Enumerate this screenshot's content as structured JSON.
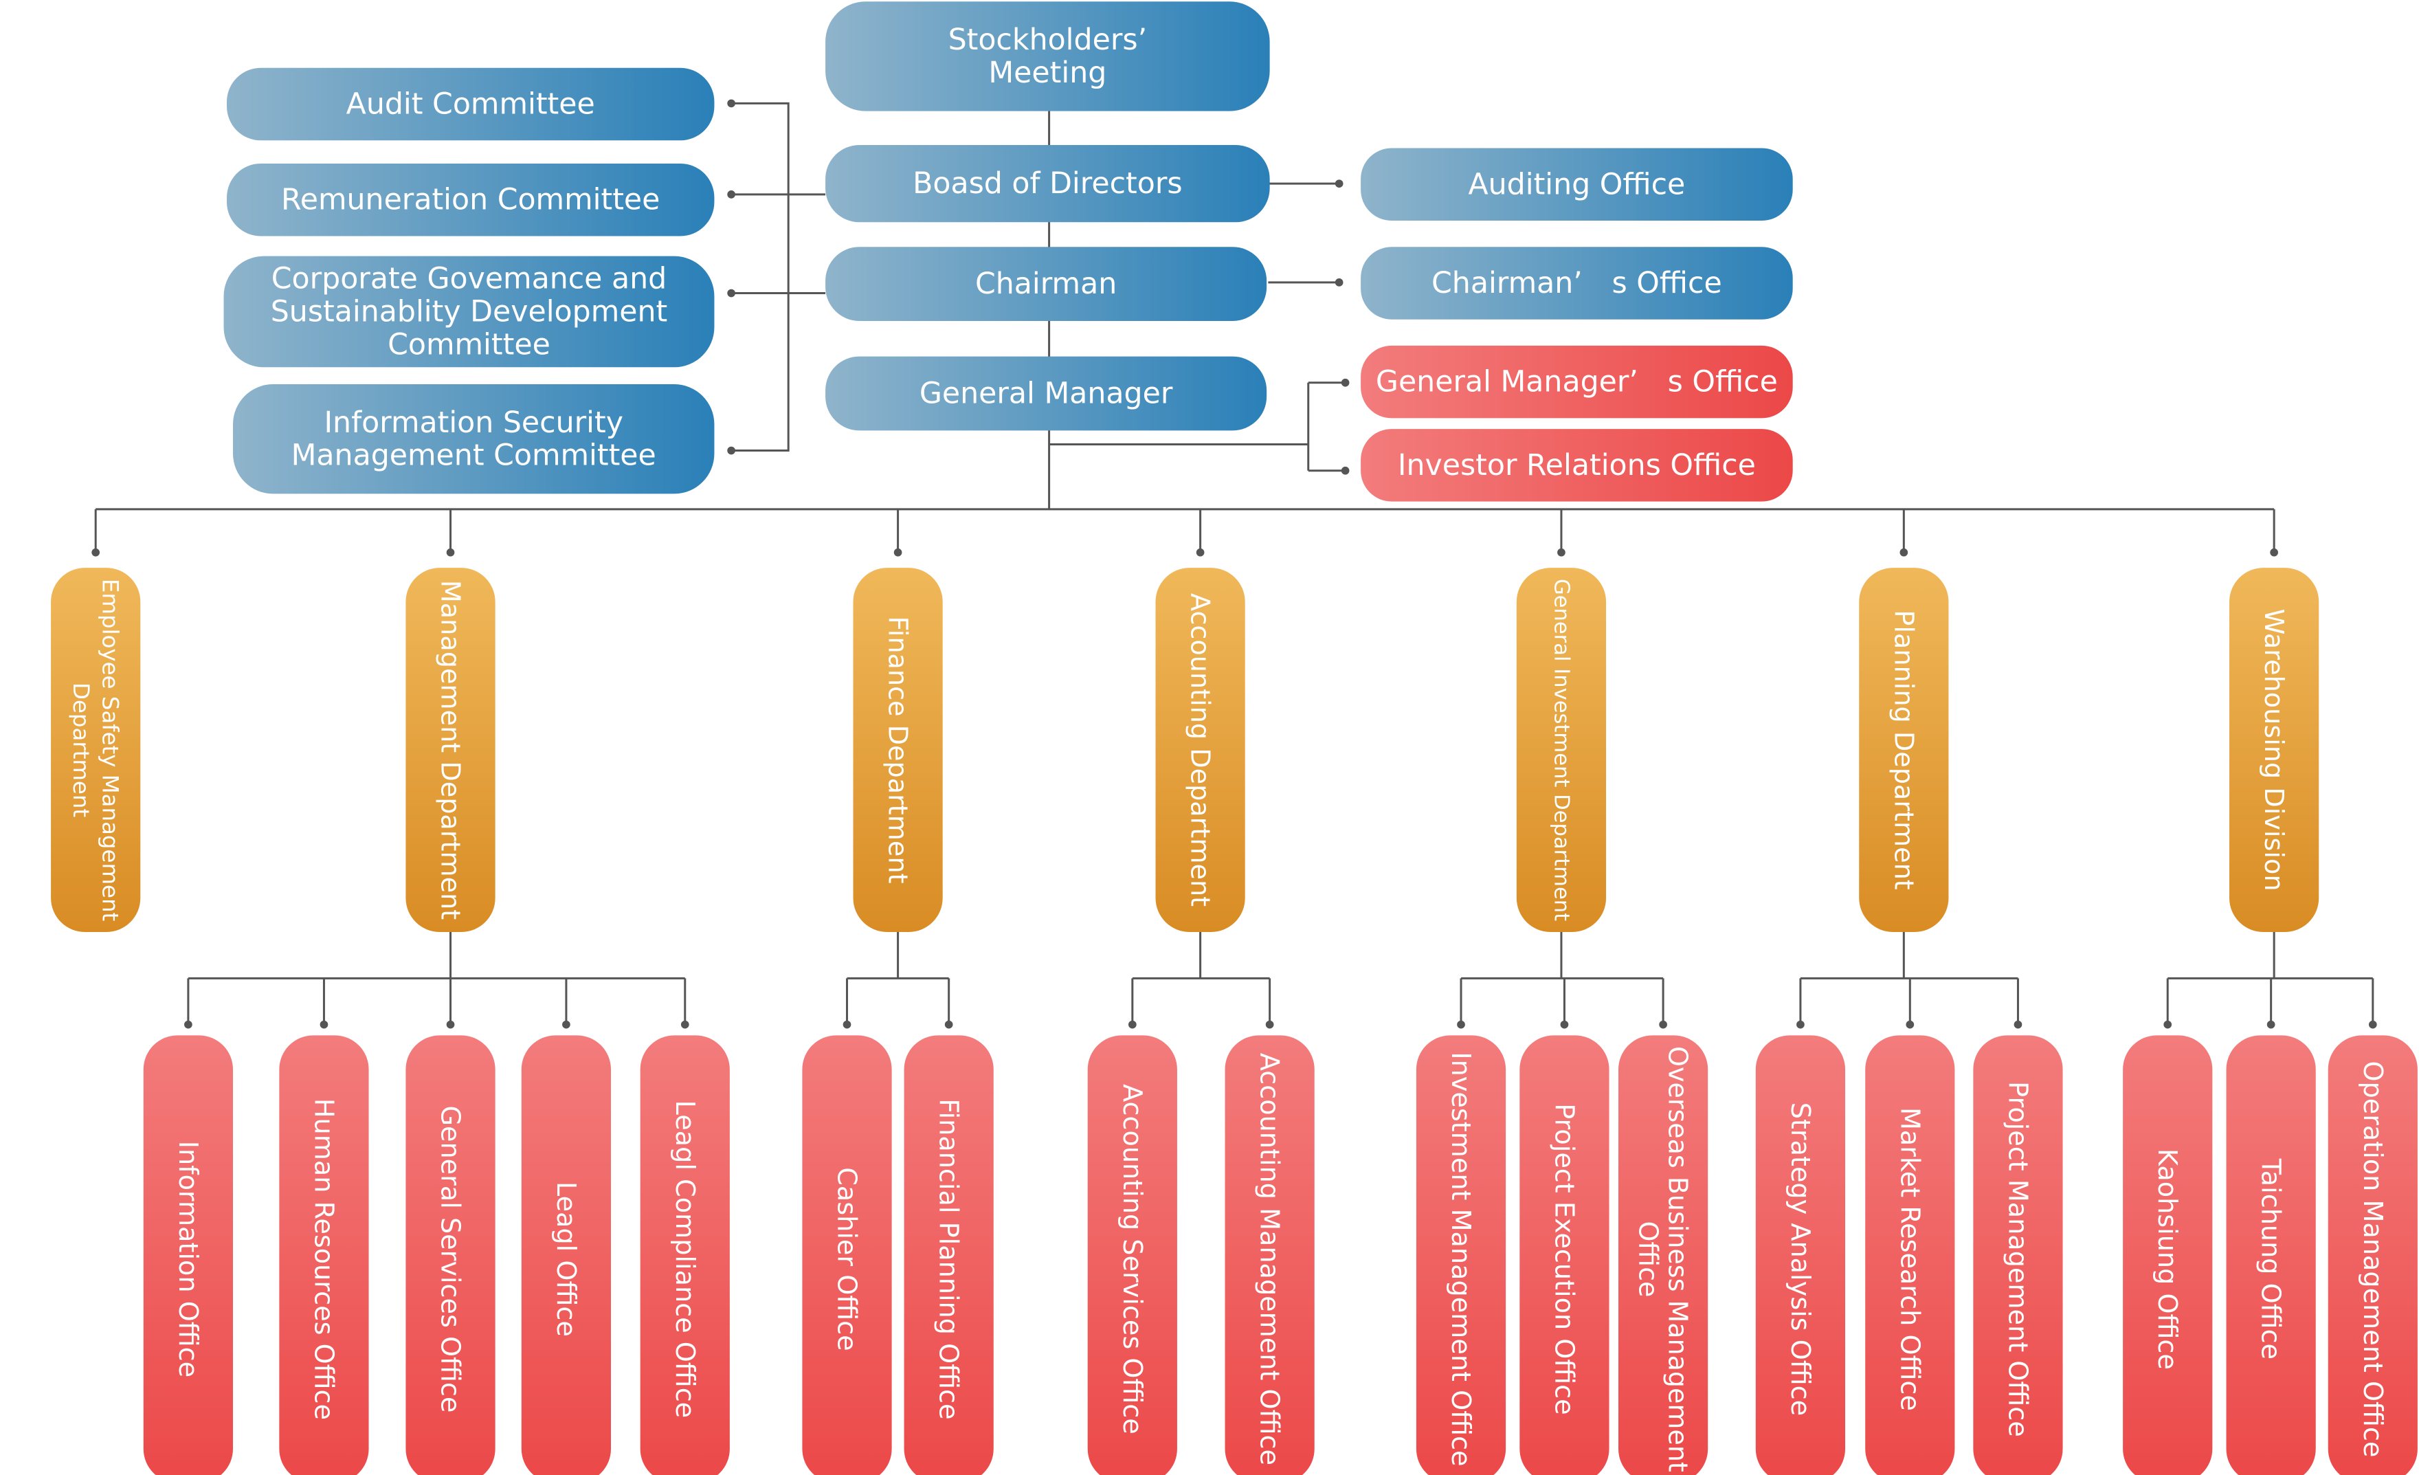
{
  "colors": {
    "blue_light": "#8fb4cb",
    "blue_dark": "#2a80b8",
    "red_light": "#f37c7c",
    "red_dark": "#ec4848",
    "orange_light": "#f0b85a",
    "orange_dark": "#d98c24",
    "line": "#555555"
  },
  "governance": {
    "stockholders": "Stockholders’\nMeeting",
    "board": "Boasd of Directors",
    "chairman": "Chairman",
    "general_manager": "General Manager"
  },
  "committees": [
    "Audit Committee",
    "Remuneration Committee",
    "Corporate Govemance and\nSustainablity Development\nCommittee",
    "Information Security\nManagement Committee"
  ],
  "offices": {
    "auditing": "Auditing Office",
    "chairmans": "Chairman’　s Office",
    "gm_office": "General Manager’　s Office",
    "investor_relations": "Investor Relations Office"
  },
  "departments": [
    {
      "name": "Employee Safety  Management\nDepartment",
      "offices": []
    },
    {
      "name": "Management Department",
      "offices": [
        "Information Office",
        "Human Resources Office",
        "General Services Office",
        "Leagl Office",
        "Leagl Compliance Office"
      ]
    },
    {
      "name": "Finance Department",
      "offices": [
        "Cashier Office",
        "Financial Planning Office"
      ]
    },
    {
      "name": "Accounting Department",
      "offices": [
        "Accounting Services Office",
        "Accounting Management Office"
      ]
    },
    {
      "name": "General Investment Department",
      "offices": [
        "Investment Management Office",
        "Project Execution Office",
        "Overseas Business Management\nOffice"
      ]
    },
    {
      "name": "Planning Department",
      "offices": [
        "Strategy Analysis Office",
        "Market Research Office",
        "Project Management Office"
      ]
    },
    {
      "name": "Warehousing Division",
      "offices": [
        "Kaohsiung Office",
        "Taichung Office",
        "Operation Management Office"
      ]
    }
  ]
}
